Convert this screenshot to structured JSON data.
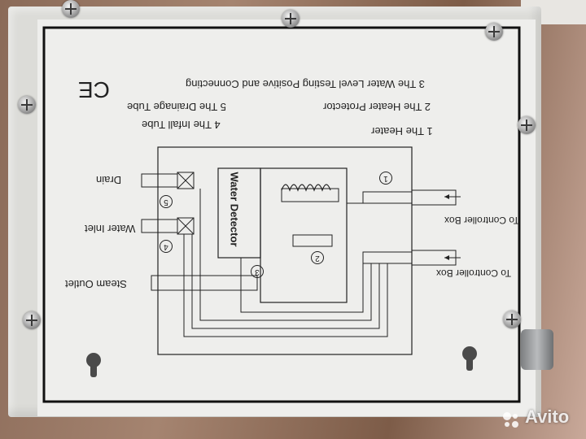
{
  "label": {
    "ce_mark": "CE",
    "legend": [
      {
        "text": "The Water Level Testing Positive and Connecting",
        "number": "3"
      },
      {
        "text": "The Heater Protector",
        "number": "2"
      },
      {
        "text": "The Drainage Tube",
        "number": "5"
      },
      {
        "text": "The Heater",
        "number": "1"
      },
      {
        "text": "The Infall Tube",
        "number": "4"
      }
    ],
    "diagram": {
      "drain": "Drain",
      "water_inlet": "Water Inlet",
      "steam_outlet": "Steam Outlet",
      "water_detector": "Water Detector",
      "to_controller_box_1": "To Controller Box",
      "to_controller_box_2": "To Controller Box",
      "marker_1": "1",
      "marker_2": "2",
      "marker_3": "3",
      "marker_4": "4",
      "marker_5": "5"
    }
  },
  "watermark": {
    "brand": "Avito"
  }
}
